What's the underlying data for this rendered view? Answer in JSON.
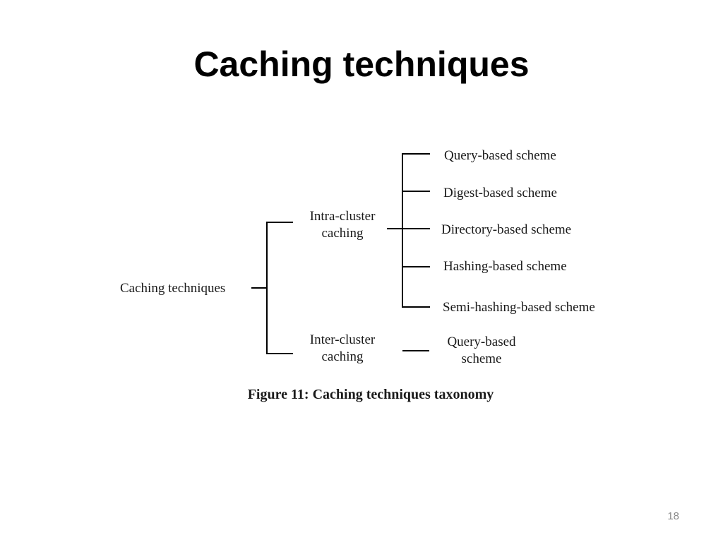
{
  "slide": {
    "title": "Caching techniques",
    "page_number": "18"
  },
  "diagram": {
    "root": "Caching techniques",
    "intra": {
      "line1": "Intra-cluster",
      "line2": "caching"
    },
    "inter": {
      "line1": "Inter-cluster",
      "line2": "caching"
    },
    "intra_schemes": [
      "Query-based scheme",
      "Digest-based scheme",
      "Directory-based scheme",
      "Hashing-based scheme",
      "Semi-hashing-based scheme"
    ],
    "inter_scheme": {
      "line1": "Query-based",
      "line2": "scheme"
    },
    "caption": "Figure 11: Caching techniques taxonomy"
  }
}
